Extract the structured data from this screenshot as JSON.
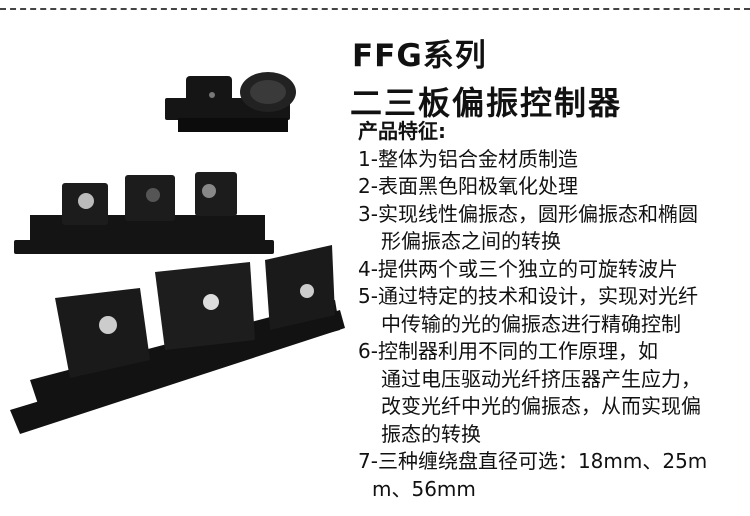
{
  "title": {
    "line1": "FFG系列",
    "line2": "二三板偏振控制器"
  },
  "features": {
    "heading": "产品特征:",
    "lines": [
      "1-整体为铝合金材质制造",
      "2-表面黑色阳极氧化处理",
      "3-实现线性偏振态，圆形偏振态和椭圆",
      "形偏振态之间的转换",
      "4-提供两个或三个独立的可旋转波片",
      "5-通过特定的技术和设计，实现对光纤",
      "中传输的光的偏振态进行精确控制",
      "6-控制器利用不同的工作原理，如",
      "通过电压驱动光纤挤压器产生应力，",
      "改变光纤中光的偏振态，从而实现偏",
      "振态的转换",
      "7-三种缠绕盘直径可选：18mm、25m",
      "m、56mm"
    ]
  },
  "colors": {
    "device": "#111111",
    "text": "#111111"
  }
}
